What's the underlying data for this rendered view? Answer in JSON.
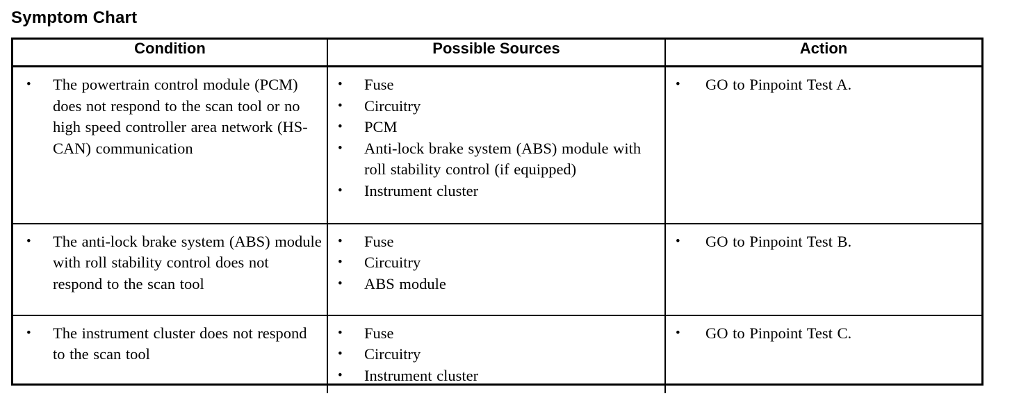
{
  "page": {
    "title": "Symptom Chart"
  },
  "table": {
    "headers": {
      "condition": "Condition",
      "sources": "Possible Sources",
      "action": "Action"
    },
    "rows": [
      {
        "condition": [
          "The powertrain control module (PCM) does not respond to the scan tool or no high speed controller area network (HS-CAN) communication"
        ],
        "sources": [
          "Fuse",
          "Circuitry",
          "PCM",
          "Anti-lock brake system (ABS) module with roll stability control (if equipped)",
          "Instrument cluster"
        ],
        "action": [
          "GO to Pinpoint Test A."
        ]
      },
      {
        "condition": [
          "The anti-lock brake system (ABS) module with roll stability control does not respond to the scan tool"
        ],
        "sources": [
          "Fuse",
          "Circuitry",
          "ABS module"
        ],
        "action": [
          "GO to Pinpoint Test B."
        ]
      },
      {
        "condition": [
          "The instrument cluster does not respond to the scan tool"
        ],
        "sources": [
          "Fuse",
          "Circuitry",
          "Instrument cluster"
        ],
        "action": [
          "GO to Pinpoint Test C."
        ]
      }
    ]
  },
  "colors": {
    "text": "#000000",
    "background": "#ffffff",
    "border": "#000000"
  }
}
